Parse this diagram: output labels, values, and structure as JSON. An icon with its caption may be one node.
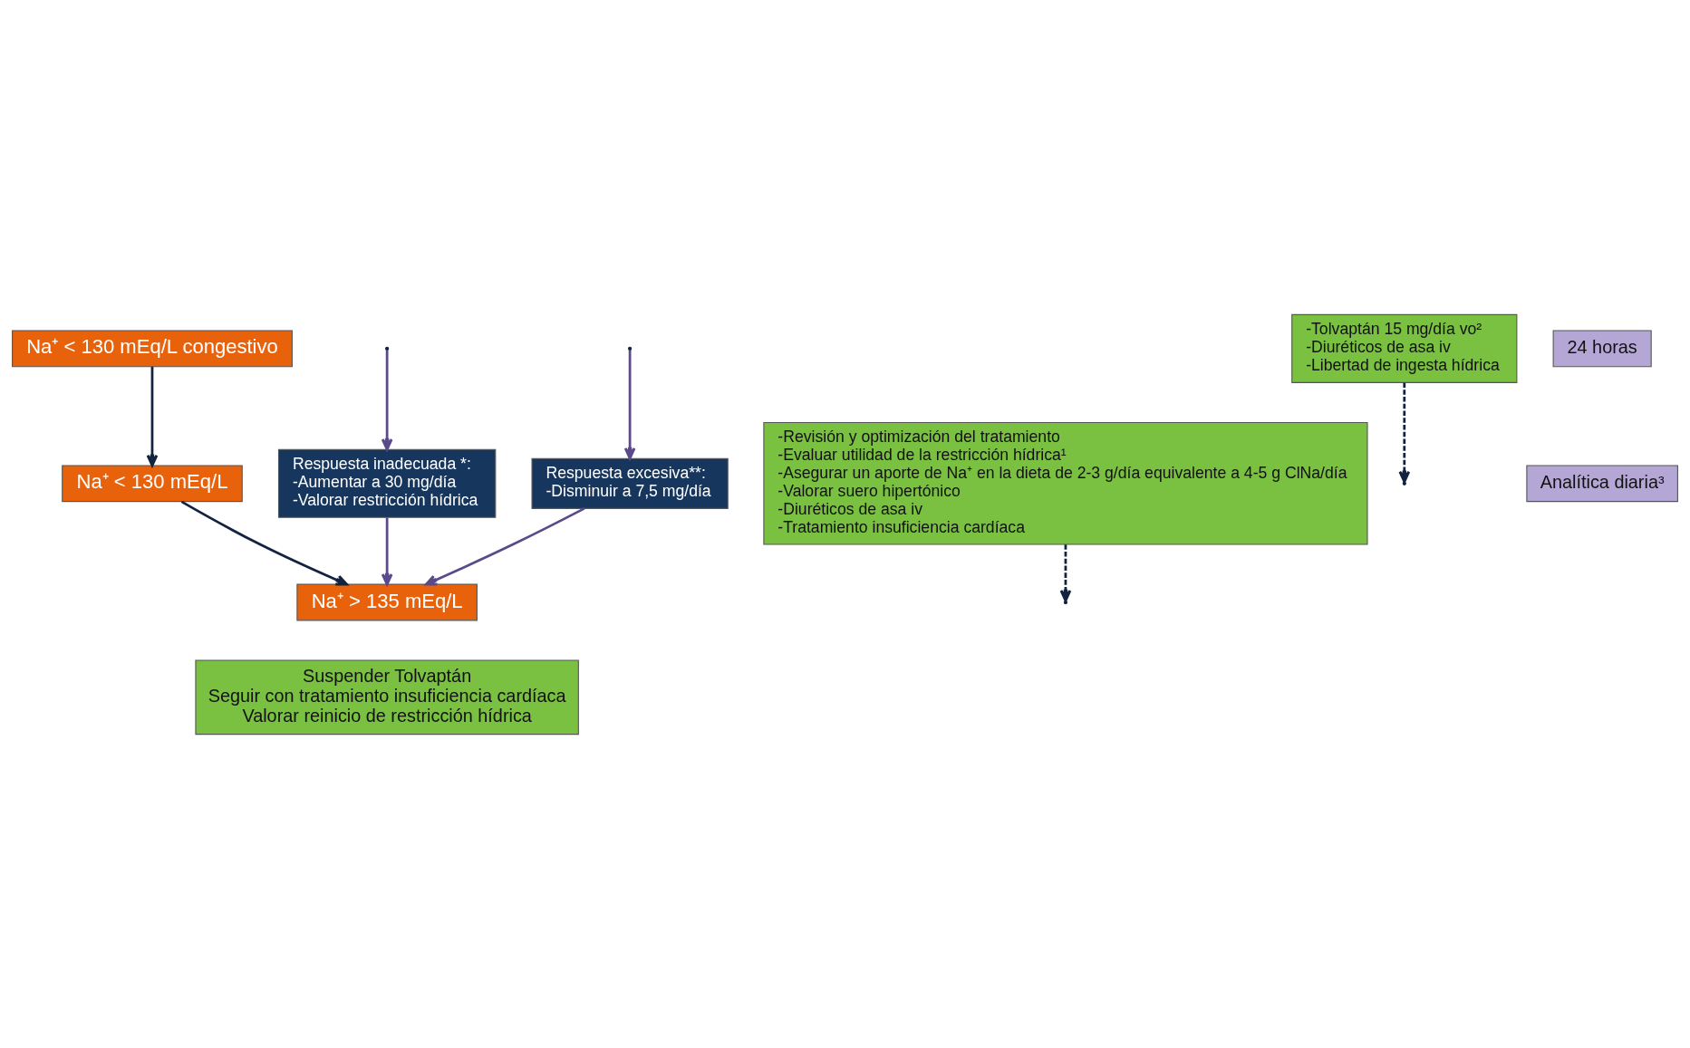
{
  "diagram": {
    "nodes": [
      {
        "text": [
          "Na⁺ < 130 mEq/L congestivo"
        ]
      },
      {
        "text": [
          "-Revisión y optimización del tratamiento",
          "-Evaluar utilidad de la restricción hídrica¹",
          "-Asegurar un aporte de Na⁺ en la dieta de 2-3 g/día equivalente a 4-5 g ClNa/día",
          "-Valorar suero hipertónico",
          "-Diuréticos de asa iv",
          "-Tratamiento insuficiencia cardíaca"
        ]
      },
      {
        "text": [
          "Na⁺ < 130 mEq/L"
        ]
      },
      {
        "text": [
          "-Tolvaptán 15 mg/día vo²",
          "-Diuréticos de asa iv",
          "-Libertad de ingesta hídrica"
        ]
      },
      {
        "text": [
          "Respuesta inadecuada *:",
          "-Aumentar a 30 mg/día",
          "-Valorar restricción hídrica"
        ]
      },
      {
        "text": [
          "Respuesta excesiva**:",
          "-Disminuir a 7,5 mg/día"
        ]
      },
      {
        "text": [
          "Na⁺ > 135 mEq/L"
        ]
      },
      {
        "text": [
          "Suspender Tolvaptán",
          "Seguir con tratamiento insuficiencia cardíaca",
          "Valorar reinicio de restricción hídrica"
        ]
      },
      {
        "text": [
          "24 horas"
        ]
      },
      {
        "text": [
          "Analítica diaria³"
        ]
      }
    ],
    "edges": [
      {
        "from": 0,
        "to": 2,
        "arrow": "to"
      },
      {
        "from": 1,
        "to": null,
        "arrow": "to",
        "style": "dashed"
      },
      {
        "from": 2,
        "to": 6,
        "arrow": "to"
      },
      {
        "from": 3,
        "to": null,
        "arrow": "to",
        "style": "dashed"
      },
      {
        "from": null,
        "to": 4,
        "arrow": "to",
        "color": "#5b4a8a"
      },
      {
        "from": null,
        "to": 5,
        "arrow": "to",
        "color": "#5b4a8a"
      },
      {
        "from": 4,
        "to": 6,
        "arrow": "to",
        "color": "#5b4a8a"
      },
      {
        "from": 5,
        "to": 6,
        "arrow": "to",
        "color": "#5b4a8a"
      }
    ]
  }
}
